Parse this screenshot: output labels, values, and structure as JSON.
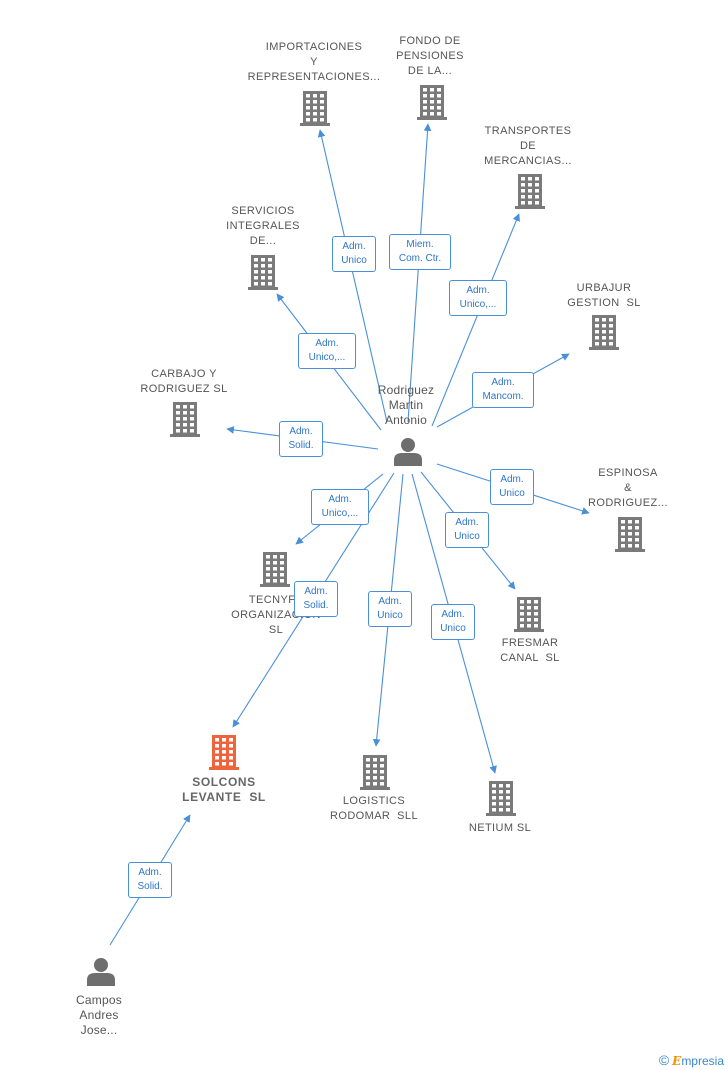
{
  "colors": {
    "edge": "#4a90d9",
    "building": "#7a7a7a",
    "focus": "#f0643c",
    "person": "#6e6e6e"
  },
  "center": {
    "name": "Rodriguez\nMartin\nAntonio"
  },
  "companies": [
    {
      "id": "importaciones",
      "name": "IMPORTACIONES\nY\nREPRESENTACIONES...",
      "relation": "Adm.\nUnico"
    },
    {
      "id": "fondo",
      "name": "FONDO DE\nPENSIONES\nDE LA...",
      "relation": "Miem.\nCom. Ctr."
    },
    {
      "id": "transportes",
      "name": "TRANSPORTES\nDE\nMERCANCIAS...",
      "relation": "Adm.\nUnico,..."
    },
    {
      "id": "servicios",
      "name": "SERVICIOS\nINTEGRALES\nDE...",
      "relation": "Adm.\nUnico,..."
    },
    {
      "id": "urbajur",
      "name": "URBAJUR\nGESTION  SL",
      "relation": "Adm.\nMancom."
    },
    {
      "id": "carbajo",
      "name": "CARBAJO Y\nRODRIGUEZ SL",
      "relation": "Adm.\nSolid."
    },
    {
      "id": "espinosa",
      "name": "ESPINOSA\n&\nRODRIGUEZ...",
      "relation": "Adm.\nUnico"
    },
    {
      "id": "tecnyfe",
      "name": "TECNYFE\nORGANIZACION\nSL",
      "relation": "Adm.\nUnico,..."
    },
    {
      "id": "fresmar",
      "name": "FRESMAR\nCANAL  SL",
      "relation": "Adm.\nUnico"
    },
    {
      "id": "solcons",
      "name": "SOLCONS\nLEVANTE  SL",
      "relation": "Adm.\nSolid.",
      "focus": true
    },
    {
      "id": "logistics",
      "name": "LOGISTICS\nRODOMAR  SLL",
      "relation": "Adm.\nUnico"
    },
    {
      "id": "netium",
      "name": "NETIUM SL",
      "relation": "Adm.\nUnico"
    }
  ],
  "secondary": {
    "name": "Campos\nAndres\nJose...",
    "relation": "Adm.\nSolid.",
    "target": "solcons"
  },
  "brand": {
    "copyright": "©",
    "e": "E",
    "text": "mpresia"
  }
}
